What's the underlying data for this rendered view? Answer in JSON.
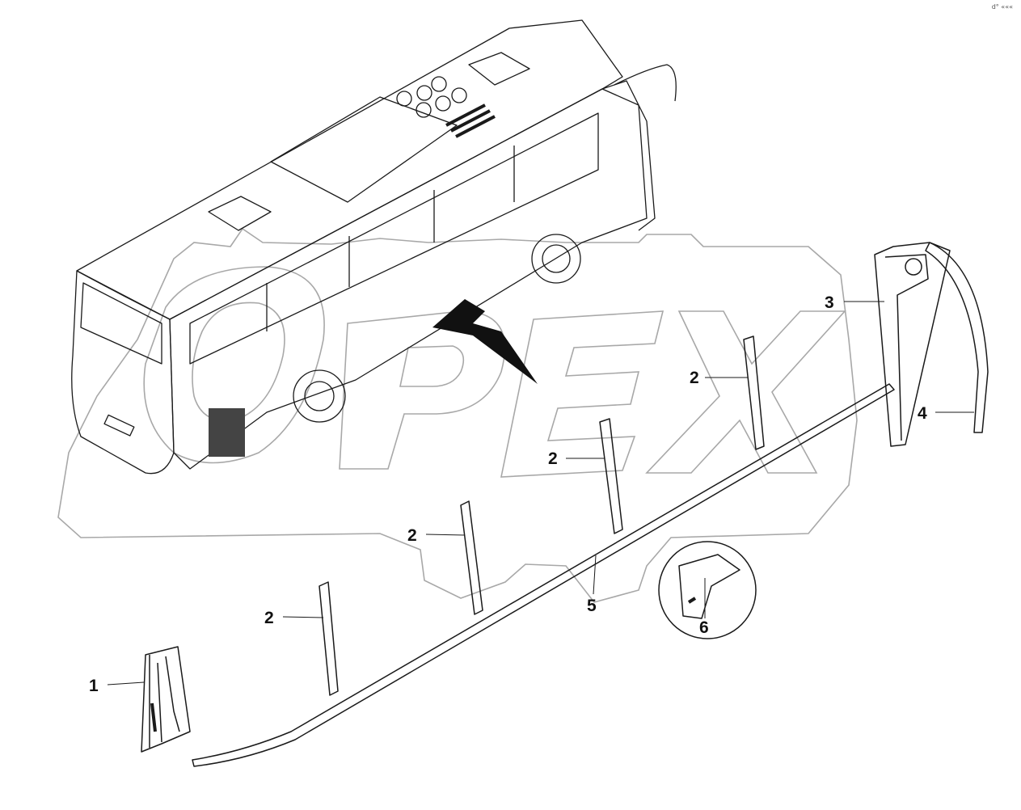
{
  "corner_mark": "d° «««",
  "watermark": {
    "text": "OPEX"
  },
  "callouts": [
    {
      "id": "1",
      "label": "1"
    },
    {
      "id": "2",
      "label": "2"
    },
    {
      "id": "3",
      "label": "3"
    },
    {
      "id": "4",
      "label": "4"
    },
    {
      "id": "5",
      "label": "5"
    },
    {
      "id": "6",
      "label": "6"
    }
  ],
  "colors": {
    "line": "#1a1a1a",
    "watermark": "#9a9a9a",
    "background": "#ffffff"
  }
}
